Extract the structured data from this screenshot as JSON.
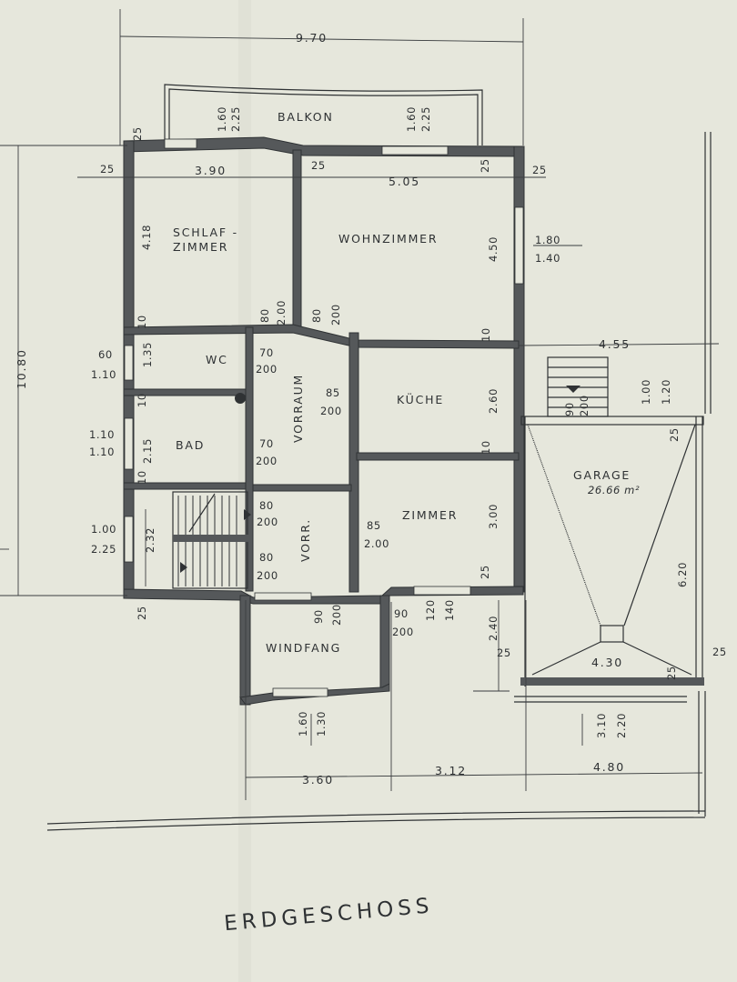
{
  "title": "ERDGESCHOSS",
  "rooms": {
    "balkon": "BALKON",
    "schlaf_1": "SCHLAF -",
    "schlaf_2": "ZIMMER",
    "wohnzimmer": "WOHNZIMMER",
    "wc": "WC",
    "vorraum": "VORRAUM",
    "kueche": "KÜCHE",
    "bad": "BAD",
    "zimmer": "ZIMMER",
    "vorr": "VORR.",
    "garage": "GARAGE",
    "garage_area": "26.66 m²",
    "windfang": "WINDFANG"
  },
  "dims": {
    "total_width": "9.70",
    "total_depth": "10.80",
    "schlaf_w": "3.90",
    "wohn_w": "5.05",
    "schlaf_d": "4.18",
    "wohn_d": "4.50",
    "wall_25": "25",
    "wall_10": "10",
    "win_1_60": "1.60",
    "win_2_25": "2.25",
    "win_1_80": "1.80",
    "win_1_40": "1.40",
    "door_80": "80",
    "door_200": "200",
    "door_60": "60",
    "door_70": "70",
    "door_85": "85",
    "door_90": "90",
    "win_110": "1.10",
    "wc_d": "1.35",
    "kueche_d": "2.60",
    "bad_d": "2.15",
    "win_100": "1.00",
    "win_225": "2.25",
    "stair_d": "2.32",
    "zimmer_d": "3.00",
    "h_2_00": "2.00",
    "h_4_55": "4.55",
    "w_120": "120",
    "w_140": "140",
    "d_2_40": "2.40",
    "g_1_20": "1.20",
    "g_6_20": "6.20",
    "g_4_30": "4.30",
    "win_1_30": "1.30",
    "d_3_10": "3.10",
    "d_2_20": "2.20",
    "d_3_60": "3.60",
    "d_3_12": "3.12",
    "d_4_80": "4.80"
  }
}
